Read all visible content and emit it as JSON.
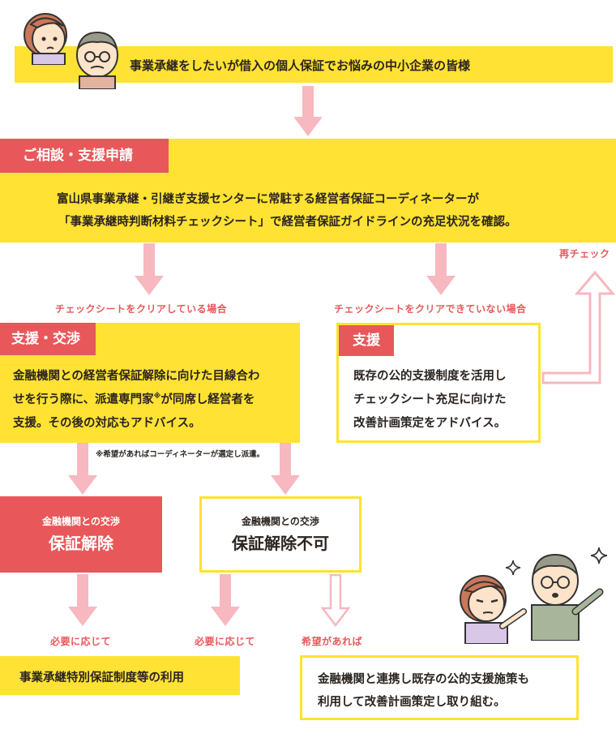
{
  "top_banner": {
    "text": "事業承継をしたいが借入の個人保証でお悩みの中小企業の皆様"
  },
  "consult": {
    "tag": "ご相談・支援申請",
    "line1": "富山県事業承継・引継ぎ支援センターに常駐する経営者保証コーディネーターが",
    "line2": "「事業承継時判断材料チェックシート」で経営者保証ガイドラインの充足状況を確認。"
  },
  "labels": {
    "cleared": "チェックシートをクリアしている場合",
    "not_cleared": "チェックシートをクリアできていない場合",
    "recheck": "再チェック",
    "if_needed_1": "必要に応じて",
    "if_needed_2": "必要に応じて",
    "if_desired": "希望があれば"
  },
  "support_negotiation": {
    "tag": "支援・交渉",
    "line1": "金融機関との経営者保証解除に向けた目線合わ",
    "line2a": "せを行う際に、派遣専門家",
    "line2_note_mark": "※",
    "line2b": "が同席し経営者を",
    "line3": "支援。その後の対応もアドバイス。",
    "note": "※希望があればコーディネーターが選定し派遣。"
  },
  "support": {
    "tag": "支援",
    "line1": "既存の公的支援制度を活用し",
    "line2": "チェックシート充足に向けた",
    "line3": "改善計画策定をアドバイス。"
  },
  "result_release": {
    "sub": "金融機関との交渉",
    "main": "保証解除"
  },
  "result_not_release": {
    "sub": "金融機関との交渉",
    "main": "保証解除不可"
  },
  "outcome_special": {
    "text": "事業承継特別保証制度等の利用"
  },
  "outcome_plan": {
    "line1": "金融機関と連携し既存の公的支援施策も",
    "line2": "利用して改善計画策定し取り組む。"
  },
  "colors": {
    "yellow": "#ffe233",
    "red": "#e8585a",
    "pink_arrow": "#f7b8c0",
    "pink_text": "#e8585a"
  }
}
